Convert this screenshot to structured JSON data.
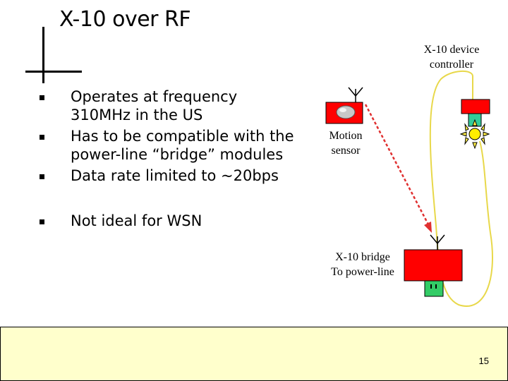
{
  "slide": {
    "title": "X-10 over RF",
    "bullets": [
      {
        "text_line1": "Operates at frequency",
        "text_line2": "310MHz in the US"
      },
      {
        "text_line1": "Has to be compatible with the",
        "text_line2": "power-line “bridge” modules"
      },
      {
        "text_line1": "Data rate limited to ~20bps"
      },
      {
        "text_line1": "Not ideal for WSN"
      }
    ]
  },
  "diagram": {
    "controller_label_line1": "X-10 device",
    "controller_label_line2": "controller",
    "sensor_label_line1": "Motion",
    "sensor_label_line2": "sensor",
    "bridge_label_line1": "X-10 bridge",
    "bridge_label_line2": "To power-line"
  },
  "footer": {
    "page_number": "15"
  },
  "colors": {
    "device_red": "#ff0000",
    "cord_yellow": "#e8d84a",
    "footer_bg": "#ffffcc",
    "plug_green": "#33cc66",
    "link_red": "#e03030"
  }
}
